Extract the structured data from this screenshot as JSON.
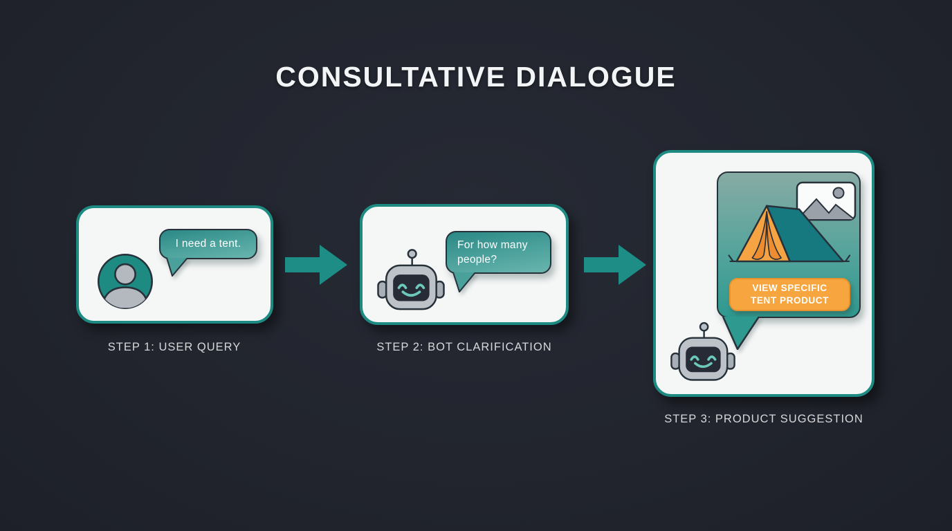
{
  "title": "CONSULTATIVE DIALOGUE",
  "colors": {
    "background": "#22252E",
    "accent_teal": "#1E8B83",
    "tent_teal_dark": "#15797F",
    "accent_orange": "#F6A53F",
    "card_background": "#F5F6F6",
    "outline_dark": "#27313A",
    "label_text": "#D6D8DA",
    "bubble_text": "#FFFFFF"
  },
  "icons": {
    "user": "user-avatar-icon",
    "bot": "robot-icon",
    "arrow": "flow-arrow-icon",
    "image_placeholder": "image-placeholder-icon",
    "tent": "tent-icon",
    "bubble_tail": "speech-bubble-tail"
  },
  "steps": [
    {
      "label": "STEP 1: USER QUERY",
      "actor": "user",
      "bubble_text": "I need a tent."
    },
    {
      "label": "STEP 2: BOT CLARIFICATION",
      "actor": "bot",
      "bubble_text": "For how many people?"
    },
    {
      "label": "STEP 3: PRODUCT SUGGESTION",
      "actor": "bot",
      "button_label": "VIEW SPECIFIC TENT PRODUCT"
    }
  ]
}
